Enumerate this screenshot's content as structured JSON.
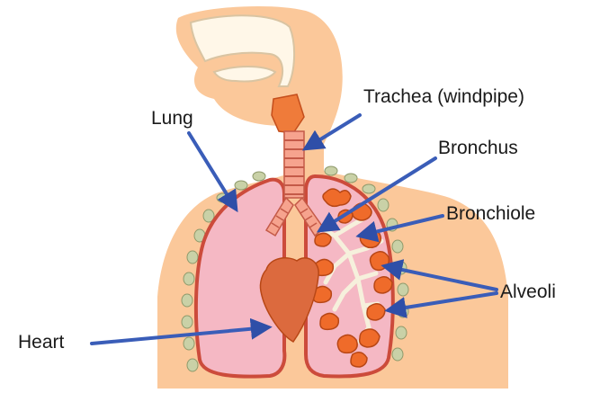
{
  "labels": {
    "trachea": "Trachea (windpipe)",
    "lung": "Lung",
    "bronchus": "Bronchus",
    "bronchiole": "Bronchiole",
    "alveoli": "Alveoli",
    "heart": "Heart"
  },
  "colors": {
    "skin": "#fbc89a",
    "lung_fill": "#f5b8c4",
    "lung_outline": "#cc4b3b",
    "airway": "#f6a38e",
    "ring": "#e6866f",
    "alveoli": "#ef6b2a",
    "heart": "#dc6a3e",
    "bronchiole_tree": "#f6f0dc",
    "arrow": "#3a5db8",
    "rib_node": "#c9d1a7"
  },
  "icons": {
    "arrow": "arrow-pointer-icon"
  }
}
